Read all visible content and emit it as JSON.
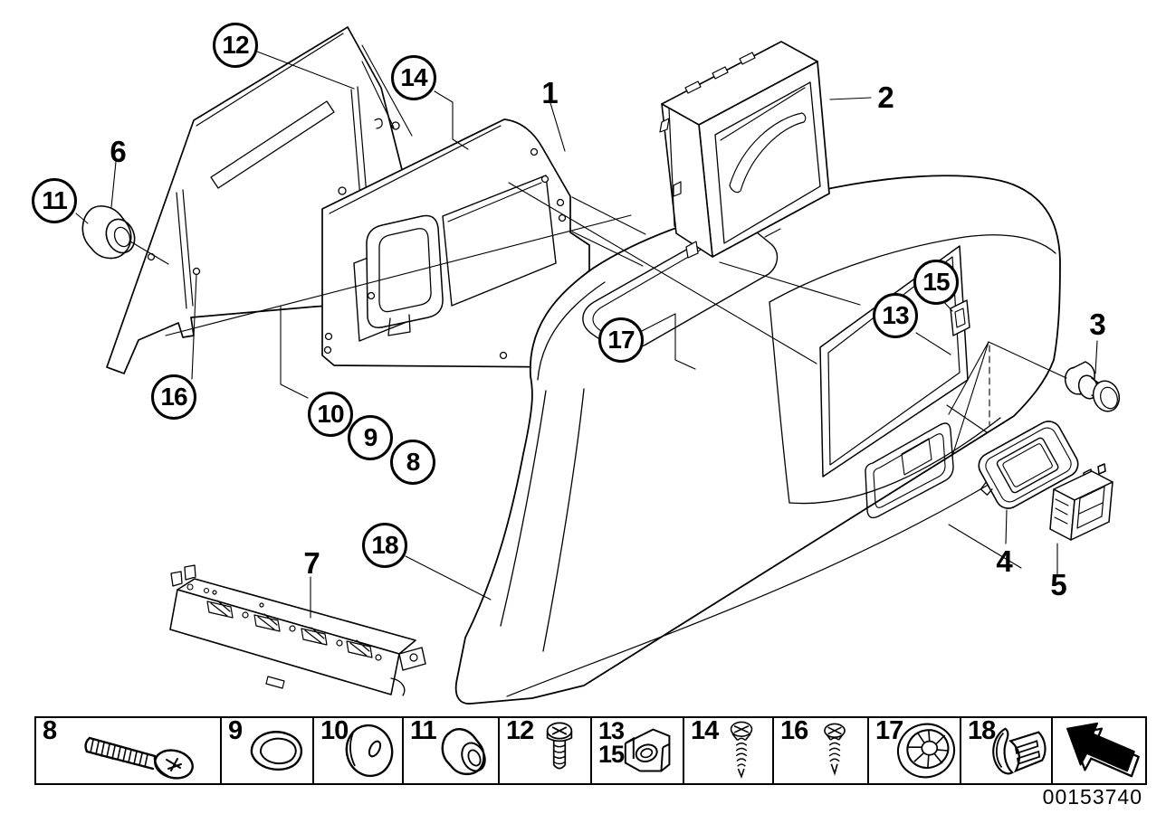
{
  "figure": {
    "drawing_number": "00153740",
    "bg_color": "#ffffff",
    "line_color": "#000000",
    "parts_shown": [
      "rear-console-trim-panel",
      "mounting-bracket",
      "display-module",
      "cigarette-lighter",
      "bezel",
      "rocker-switch",
      "carrier-bracket",
      "center-console-body"
    ]
  },
  "callouts": {
    "circled": [
      {
        "label": "12"
      },
      {
        "label": "14"
      },
      {
        "label": "11"
      },
      {
        "label": "16"
      },
      {
        "label": "10"
      },
      {
        "label": "9"
      },
      {
        "label": "8"
      },
      {
        "label": "18"
      },
      {
        "label": "17"
      },
      {
        "label": "13"
      },
      {
        "label": "15"
      }
    ],
    "plain": [
      {
        "label": "6"
      },
      {
        "label": "1"
      },
      {
        "label": "2"
      },
      {
        "label": "3"
      },
      {
        "label": "4"
      },
      {
        "label": "5"
      },
      {
        "label": "7"
      }
    ]
  },
  "legend": {
    "cells": [
      {
        "labels": [
          "8"
        ],
        "icon": "bolt-icon"
      },
      {
        "labels": [
          "9"
        ],
        "icon": "teardrop-clip-icon"
      },
      {
        "labels": [
          "10"
        ],
        "icon": "washer-grommet-icon"
      },
      {
        "labels": [
          "11"
        ],
        "icon": "bushing-icon"
      },
      {
        "labels": [
          "12"
        ],
        "icon": "pan-head-screw-icon"
      },
      {
        "labels": [
          "13",
          "15"
        ],
        "icon": "cage-nut-icon"
      },
      {
        "labels": [
          "14"
        ],
        "icon": "oval-head-screw-icon"
      },
      {
        "labels": [
          "16"
        ],
        "icon": "tapping-screw-icon"
      },
      {
        "labels": [
          "17"
        ],
        "icon": "spoked-grommet-icon"
      },
      {
        "labels": [
          "18"
        ],
        "icon": "spring-clip-icon"
      }
    ],
    "arrow": {
      "icon": "direction-arrow-icon"
    }
  }
}
